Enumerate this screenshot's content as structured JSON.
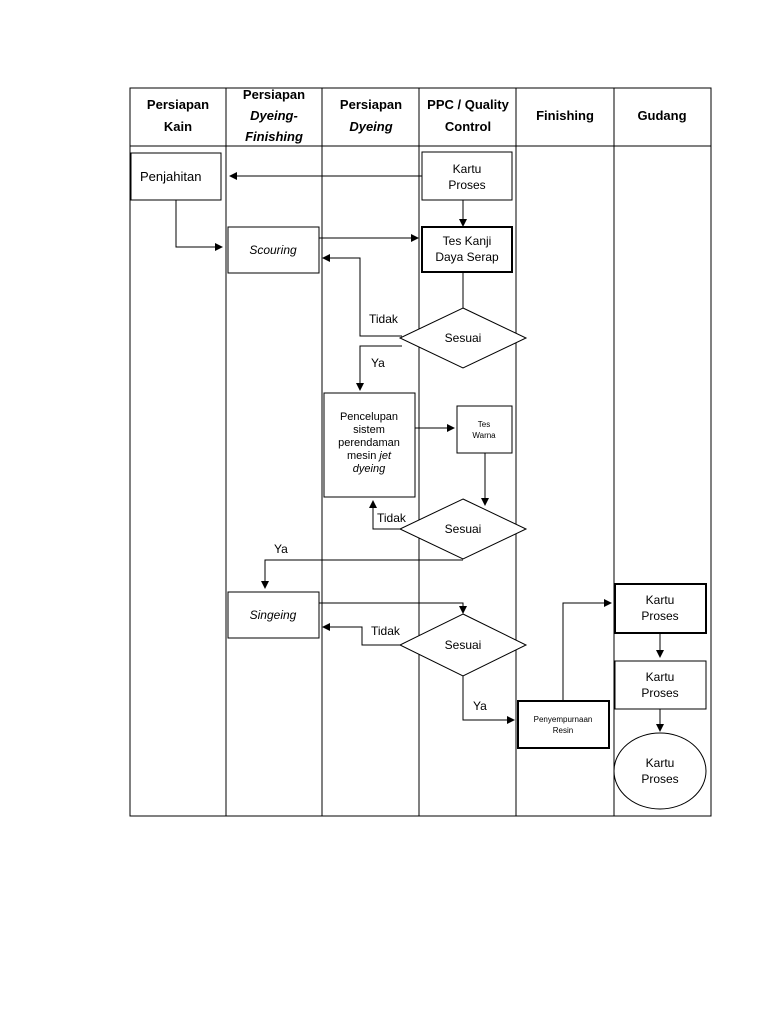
{
  "lanes": {
    "kain": [
      "Persiapan",
      "Kain"
    ],
    "dyeing_finishing": [
      "Persiapan",
      "Dyeing-",
      "Finishing"
    ],
    "dyeing": [
      "Persiapan",
      "Dyeing"
    ],
    "ppc": [
      "PPC / Quality",
      "Control"
    ],
    "finishing": "Finishing",
    "gudang": "Gudang"
  },
  "nodes": {
    "penjahitan": "Penjahitan",
    "kartu_proses_1": [
      "Kartu",
      "Proses"
    ],
    "scouring": "Scouring",
    "tes_kanji": [
      "Tes Kanji",
      "Daya Serap"
    ],
    "sesuai_1": "Sesuai",
    "pencelupan": [
      "Pencelupan",
      "sistem",
      "perendaman",
      "mesin ",
      "jet",
      "dyeing"
    ],
    "tes_warna": [
      "Tes",
      "Warna"
    ],
    "sesuai_2": "Sesuai",
    "singeing": "Singeing",
    "sesuai_3": "Sesuai",
    "penyempurnaan": [
      "Penyempurnaan",
      "Resin"
    ],
    "kartu_proses_2": [
      "Kartu",
      "Proses"
    ],
    "kartu_proses_3": [
      "Kartu",
      "Proses"
    ],
    "kartu_proses_4": [
      "Kartu",
      "Proses"
    ]
  },
  "edge_labels": {
    "tidak_1": "Tidak",
    "ya_1": "Ya",
    "tidak_2": "Tidak",
    "ya_2": "Ya",
    "tidak_3": "Tidak",
    "ya_3": "Ya"
  }
}
